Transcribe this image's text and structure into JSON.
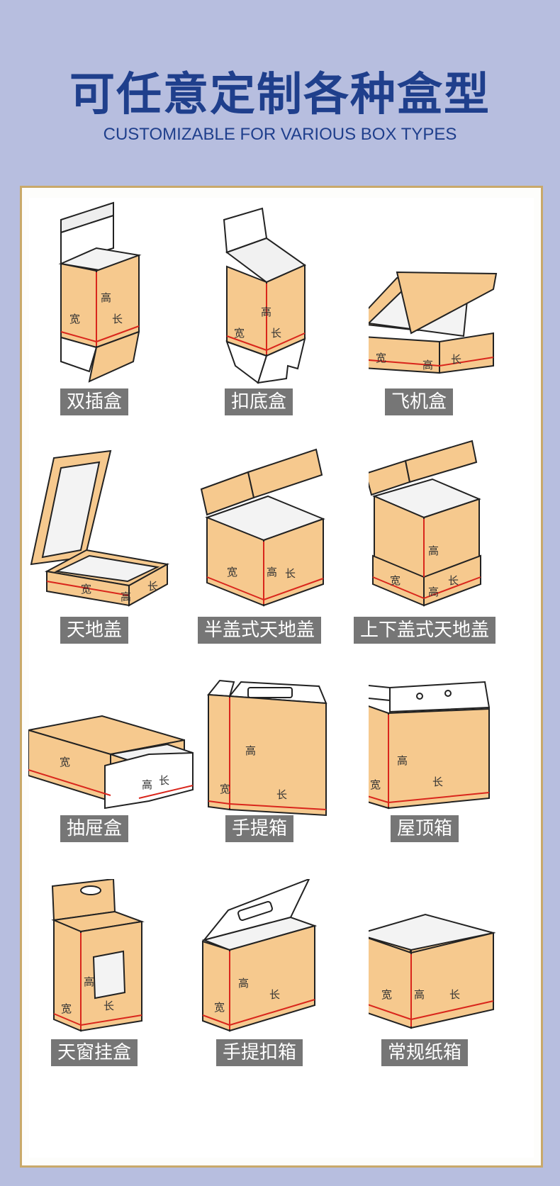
{
  "header": {
    "title": "可任意定制各种盒型",
    "subtitle": "CUSTOMIZABLE FOR VARIOUS BOX TYPES"
  },
  "dimension_labels": {
    "width": "宽",
    "height": "高",
    "length": "长"
  },
  "boxes": [
    {
      "label": "双插盒"
    },
    {
      "label": "扣底盒"
    },
    {
      "label": "飞机盒"
    },
    {
      "label": "天地盖"
    },
    {
      "label": "半盖式天地盖"
    },
    {
      "label": "上下盖式天地盖"
    },
    {
      "label": "抽屉盒"
    },
    {
      "label": "手提箱"
    },
    {
      "label": "屋顶箱"
    },
    {
      "label": "天窗挂盒"
    },
    {
      "label": "手提扣箱"
    },
    {
      "label": "常规纸箱"
    }
  ],
  "colors": {
    "background": "#b7bedf",
    "title": "#1f3f8c",
    "kraft": "#f6c98e",
    "edge": "#d9261c",
    "label_bg": "#767676",
    "frame": "#c9a96a"
  }
}
